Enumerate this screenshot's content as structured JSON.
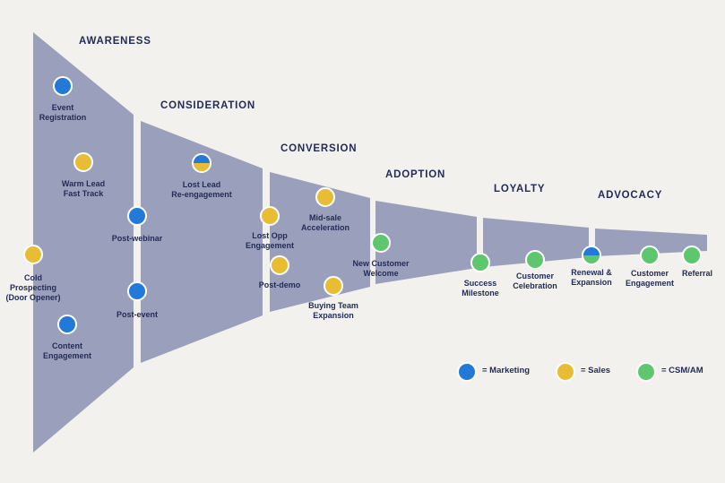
{
  "stages": [
    {
      "title": "AWARENESS"
    },
    {
      "title": "CONSIDERATION"
    },
    {
      "title": "CONVERSION"
    },
    {
      "title": "ADOPTION"
    },
    {
      "title": "LOYALTY"
    },
    {
      "title": "ADVOCACY"
    }
  ],
  "touchpoints": [
    {
      "label": [
        "Event",
        "Registration"
      ],
      "type": "marketing"
    },
    {
      "label": [
        "Warm Lead",
        "Fast Track"
      ],
      "type": "sales"
    },
    {
      "label": [
        "Cold",
        "Prospecting",
        "(Door Opener)"
      ],
      "type": "sales"
    },
    {
      "label": [
        "Content",
        "Engagement"
      ],
      "type": "marketing"
    },
    {
      "label": [
        "Post-webinar"
      ],
      "type": "marketing"
    },
    {
      "label": [
        "Post-event"
      ],
      "type": "marketing"
    },
    {
      "label": [
        "Lost Lead",
        "Re-engagement"
      ],
      "type": "marketing+sales"
    },
    {
      "label": [
        "Lost Opp",
        "Engagement"
      ],
      "type": "sales"
    },
    {
      "label": [
        "Post-demo"
      ],
      "type": "sales"
    },
    {
      "label": [
        "Mid-sale",
        "Acceleration"
      ],
      "type": "sales"
    },
    {
      "label": [
        "Buying Team",
        "Expansion"
      ],
      "type": "sales"
    },
    {
      "label": [
        "New Customer",
        "Welcome"
      ],
      "type": "csm"
    },
    {
      "label": [
        "Success",
        "Milestone"
      ],
      "type": "csm"
    },
    {
      "label": [
        "Customer",
        "Celebration"
      ],
      "type": "csm"
    },
    {
      "label": [
        "Renewal &",
        "Expansion"
      ],
      "type": "marketing+csm"
    },
    {
      "label": [
        "Customer",
        "Engagement"
      ],
      "type": "csm"
    },
    {
      "label": [
        "Referral"
      ],
      "type": "csm"
    }
  ],
  "legend": [
    {
      "type": "marketing",
      "label": "= Marketing"
    },
    {
      "type": "sales",
      "label": "= Sales"
    },
    {
      "type": "csm",
      "label": "= CSM/AM"
    }
  ],
  "colors": {
    "funnel": "#9aa0bc",
    "marketing": "#2379d8",
    "sales": "#e8bd33",
    "csm": "#5ec66d",
    "text": "#232c57",
    "background": "#f2f1ed"
  }
}
